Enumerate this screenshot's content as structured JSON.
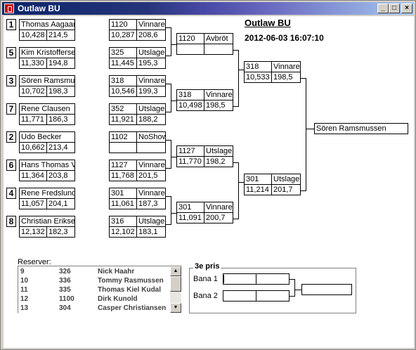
{
  "window": {
    "title": "Outlaw BU",
    "min": "_",
    "max": "□",
    "close": "×"
  },
  "header": {
    "title": "Outlaw BU",
    "datetime": "2012-06-03 16:07:10"
  },
  "round1": [
    {
      "seed": "1",
      "name": "Thomas Aagaard",
      "score": "10,428",
      "speed": "214,5"
    },
    {
      "seed": "5",
      "name": "Kim Kristoffersen",
      "score": "11,330",
      "speed": "194,8"
    },
    {
      "seed": "3",
      "name": "Sören Ramsmussen",
      "score": "10,702",
      "speed": "198,3"
    },
    {
      "seed": "7",
      "name": "Rene Clausen",
      "score": "11,771",
      "speed": "186,3"
    },
    {
      "seed": "2",
      "name": "Udo Becker",
      "score": "10,662",
      "speed": "213,4"
    },
    {
      "seed": "6",
      "name": "Hans Thomas Voldby",
      "score": "11,364",
      "speed": "203,8"
    },
    {
      "seed": "4",
      "name": "Rene Fredslund",
      "score": "11,057",
      "speed": "204,1"
    },
    {
      "seed": "8",
      "name": "Christian Eriksen",
      "score": "12,132",
      "speed": "182,3"
    }
  ],
  "round1_results": [
    {
      "num": "1120",
      "status": "Vinnare",
      "score": "10,287",
      "speed": "208,6"
    },
    {
      "num": "325",
      "status": "Utslagen",
      "score": "11,445",
      "speed": "195,3"
    },
    {
      "num": "318",
      "status": "Vinnare",
      "score": "10,546",
      "speed": "199,3"
    },
    {
      "num": "352",
      "status": "Utslagen",
      "score": "11,921",
      "speed": "188,2"
    },
    {
      "num": "1102",
      "status": "NoShow",
      "score": "",
      "speed": ""
    },
    {
      "num": "1127",
      "status": "Vinnare",
      "score": "11,768",
      "speed": "201,5"
    },
    {
      "num": "301",
      "status": "Vinnare",
      "score": "11,061",
      "speed": "187,3"
    },
    {
      "num": "316",
      "status": "Utslagen",
      "score": "12,102",
      "speed": "183,1"
    }
  ],
  "round2": [
    {
      "num": "1120",
      "status": "Avbröt",
      "score": "",
      "speed": ""
    },
    {
      "num": "318",
      "status": "Vinnare",
      "score": "10,498",
      "speed": "198,5"
    },
    {
      "num": "1127",
      "status": "Utslagen",
      "score": "11,770",
      "speed": "198,2"
    },
    {
      "num": "301",
      "status": "Vinnare",
      "score": "11,091",
      "speed": "200,7"
    }
  ],
  "round3": [
    {
      "num": "318",
      "status": "Vinnare",
      "score": "10,533",
      "speed": "198,5"
    },
    {
      "num": "301",
      "status": "Utslagen",
      "score": "11,214",
      "speed": "201,7"
    }
  ],
  "winner": "Sören Ramsmussen",
  "reserves": {
    "label": "Reserver:",
    "rows": [
      {
        "pos": "9",
        "num": "326",
        "name": "Nick Haahr"
      },
      {
        "pos": "10",
        "num": "336",
        "name": "Tommy Rasmussen"
      },
      {
        "pos": "11",
        "num": "335",
        "name": "Thomas Kiel Kudal"
      },
      {
        "pos": "12",
        "num": "1100",
        "name": "Dirk Kunold"
      },
      {
        "pos": "13",
        "num": "304",
        "name": "Casper Christiansen"
      }
    ]
  },
  "third_place": {
    "title": "3e pris",
    "lane1": "Bana 1",
    "lane2": "Bana 2"
  }
}
